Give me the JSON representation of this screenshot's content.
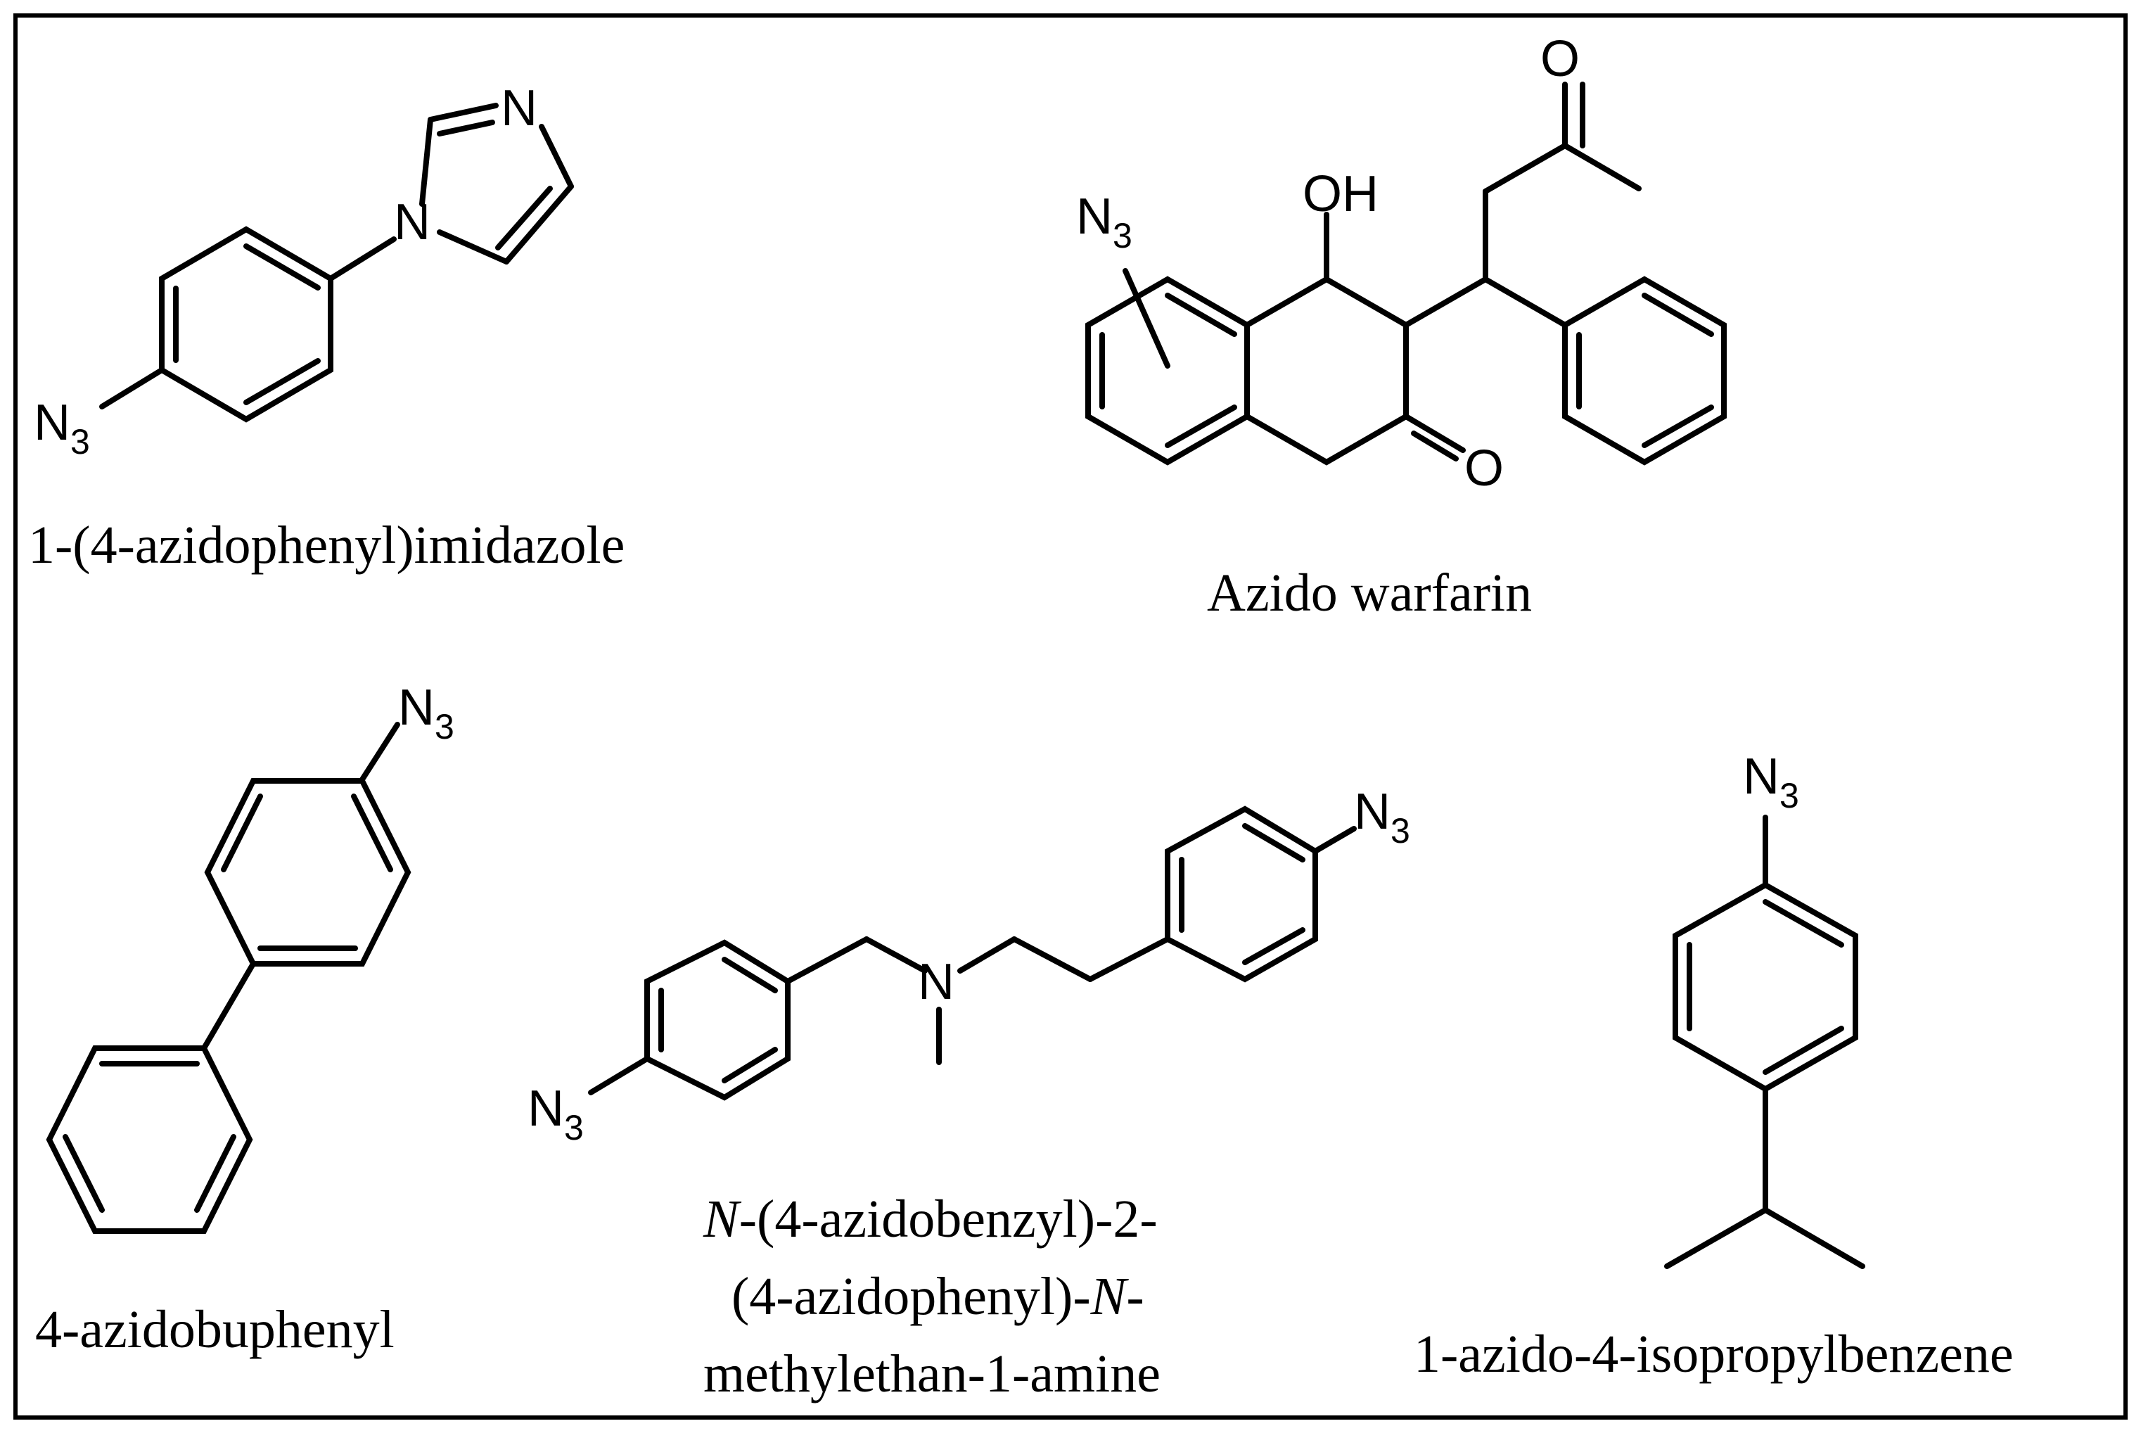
{
  "compounds": [
    {
      "name": "1-(4-azidophenyl)imidazole",
      "caption_lines": [
        "1-(4-azidophenyl)imidazole"
      ],
      "atom_labels": {
        "n_ring_top": "N",
        "n_ring_left": "N",
        "azide_n": "N",
        "azide_sub": "3"
      }
    },
    {
      "name": "Azido warfarin",
      "caption_lines": [
        "Azido warfarin"
      ],
      "atom_labels": {
        "ketone_o": "O",
        "hydroxyl": "OH",
        "ring_o": "O",
        "azide_n": "N",
        "azide_sub": "3"
      }
    },
    {
      "name": "4-azidobuphenyl",
      "caption_lines": [
        "4-azidobuphenyl"
      ],
      "atom_labels": {
        "azide_n": "N",
        "azide_sub": "3"
      }
    },
    {
      "name": "N-(4-azidobenzyl)-2-(4-azidophenyl)-N-methylethan-1-amine",
      "caption_lines": [
        {
          "italic": "N",
          "text": "-(4-azidobenzyl)-2-"
        },
        {
          "text": "(4-azidophenyl)-",
          "italic_tail": "N",
          "tail": "-"
        },
        {
          "text": "methylethan-1-amine"
        }
      ],
      "atom_labels": {
        "amine_n": "N",
        "azide_n_left": "N",
        "azide_sub_left": "3",
        "azide_n_right": "N",
        "azide_sub_right": "3"
      }
    },
    {
      "name": "1-azido-4-isopropylbenzene",
      "caption_lines": [
        "1-azido-4-isopropylbenzene"
      ],
      "atom_labels": {
        "azide_n": "N",
        "azide_sub": "3"
      }
    }
  ]
}
